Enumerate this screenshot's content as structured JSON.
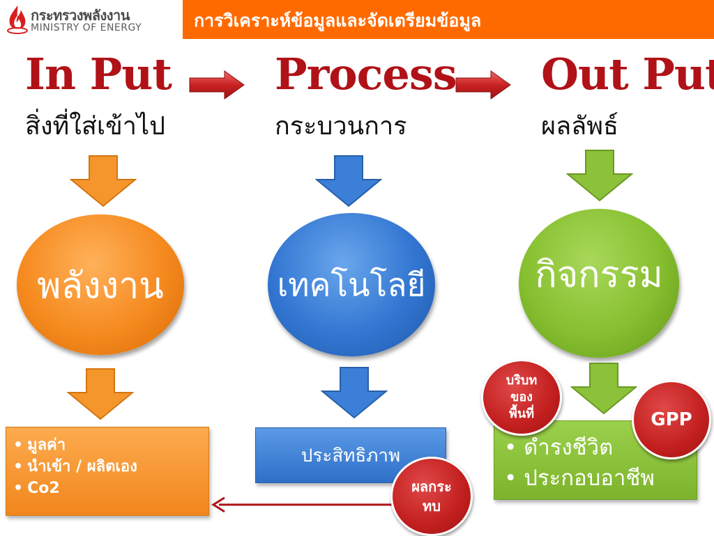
{
  "header": {
    "logo_thai": "กระทรวงพลังงาน",
    "logo_english": "MINISTRY OF ENERGY",
    "title": "การวิเคราะห์ข้อมูลและจัดเตรียมข้อมูล",
    "bar_color": "#ff6a00"
  },
  "columns": {
    "input": {
      "title": "In Put",
      "subtitle": "สิ่งที่ใส่เข้าไป",
      "ellipse_label": "พลังงาน",
      "color": "#f58a1f",
      "items": [
        "มูลค่า",
        "นำเข้า  / ผลิตเอง",
        "Co2"
      ]
    },
    "process": {
      "title": "Process",
      "subtitle": "กระบวนการ",
      "ellipse_label": "เทคโนโลยี",
      "color": "#3276d2",
      "box_label": "ประสิทธิภาพ"
    },
    "output": {
      "title": "Out Put",
      "subtitle": "ผลลัพธ์",
      "ellipse_label": "กิจกรรม",
      "color": "#86bf2f",
      "items": [
        "ดำรงชีวิต",
        "ประกอบอาชีพ"
      ]
    }
  },
  "badges": {
    "context": [
      "บริบท",
      "ของ",
      "พื้นที่"
    ],
    "gpp": "GPP",
    "impact": [
      "ผลกระ",
      "ทบ"
    ],
    "color": "#c21f1f"
  },
  "icons": {
    "flow_arrow": "right-arrow-icon",
    "down_arrow": "down-arrow-icon",
    "feedback_arrow": "left-arrow-icon"
  }
}
